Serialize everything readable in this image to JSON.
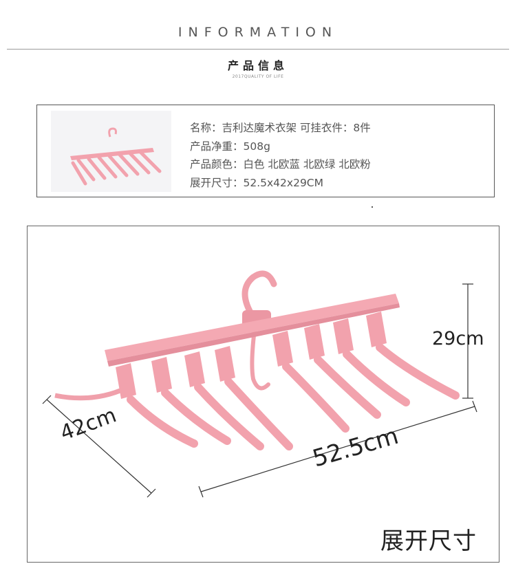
{
  "header": {
    "title": "INFORMATION",
    "subtitle": "产品信息",
    "small": "2017QUALITY OF LIFE"
  },
  "product": {
    "line1": "名称：吉利达魔术衣架    可挂衣件：8件",
    "line2": "产品净重：508g",
    "line3": "产品颜色：白色 北欧蓝 北欧绿 北欧粉",
    "line4": "展开尺寸：52.5x42x29CM"
  },
  "dimensions": {
    "height": "29cm",
    "depth": "42cm",
    "width": "52.5cm",
    "caption": "展开尺寸"
  },
  "colors": {
    "hanger": "#f2a2ad",
    "hanger_dark": "#e58d9a"
  }
}
